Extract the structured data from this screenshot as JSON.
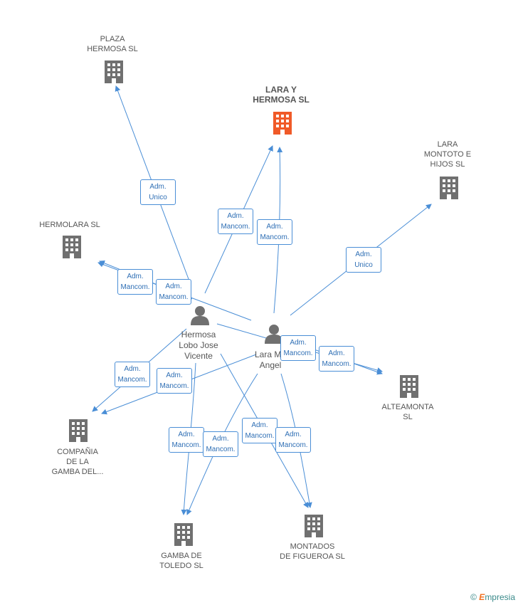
{
  "colors": {
    "edge": "#4a8ed6",
    "building": "#707070",
    "main_building": "#f05a28",
    "person": "#707070"
  },
  "companies": [
    {
      "id": "plaza",
      "label": "PLAZA\nHERMOSA SL"
    },
    {
      "id": "lara_hermosa",
      "label": "LARA Y\nHERMOSA SL",
      "main": true
    },
    {
      "id": "lara_montoto",
      "label": "LARA\nMONTOTO E\nHIJOS SL"
    },
    {
      "id": "hermolara",
      "label": "HERMOLARA  SL"
    },
    {
      "id": "alteamonta",
      "label": "ALTEAMONTA\nSL"
    },
    {
      "id": "compania",
      "label": "COMPAÑIA\nDE LA\nGAMBA DEL..."
    },
    {
      "id": "gamba_toledo",
      "label": "GAMBA DE\nTOLEDO SL"
    },
    {
      "id": "montados",
      "label": "MONTADOS\nDE FIGUEROA SL"
    }
  ],
  "persons": [
    {
      "id": "hermosa",
      "label": "Hermosa\nLobo Jose\nVicente"
    },
    {
      "id": "lara",
      "label": "Lara Mu\nAngel"
    }
  ],
  "edge_labels": [
    {
      "id": "e1",
      "label": "Adm.\nUnico"
    },
    {
      "id": "e2",
      "label": "Adm.\nMancom."
    },
    {
      "id": "e3",
      "label": "Adm.\nMancom."
    },
    {
      "id": "e4",
      "label": "Adm.\nUnico"
    },
    {
      "id": "e5",
      "label": "Adm.\nMancom."
    },
    {
      "id": "e6",
      "label": "Adm.\nMancom."
    },
    {
      "id": "e7",
      "label": "Adm.\nMancom."
    },
    {
      "id": "e8",
      "label": "Adm.\nMancom."
    },
    {
      "id": "e9",
      "label": "Adm.\nMancom."
    },
    {
      "id": "e10",
      "label": "Adm.\nMancom."
    },
    {
      "id": "e11",
      "label": "Adm.\nMancom."
    },
    {
      "id": "e12",
      "label": "Adm.\nMancom."
    },
    {
      "id": "e13",
      "label": "Adm.\nMancom."
    },
    {
      "id": "e14",
      "label": "Adm.\nMancom."
    }
  ],
  "footer": {
    "copyright": "©",
    "brand_e": "E",
    "brand_rest": "mpresia"
  }
}
